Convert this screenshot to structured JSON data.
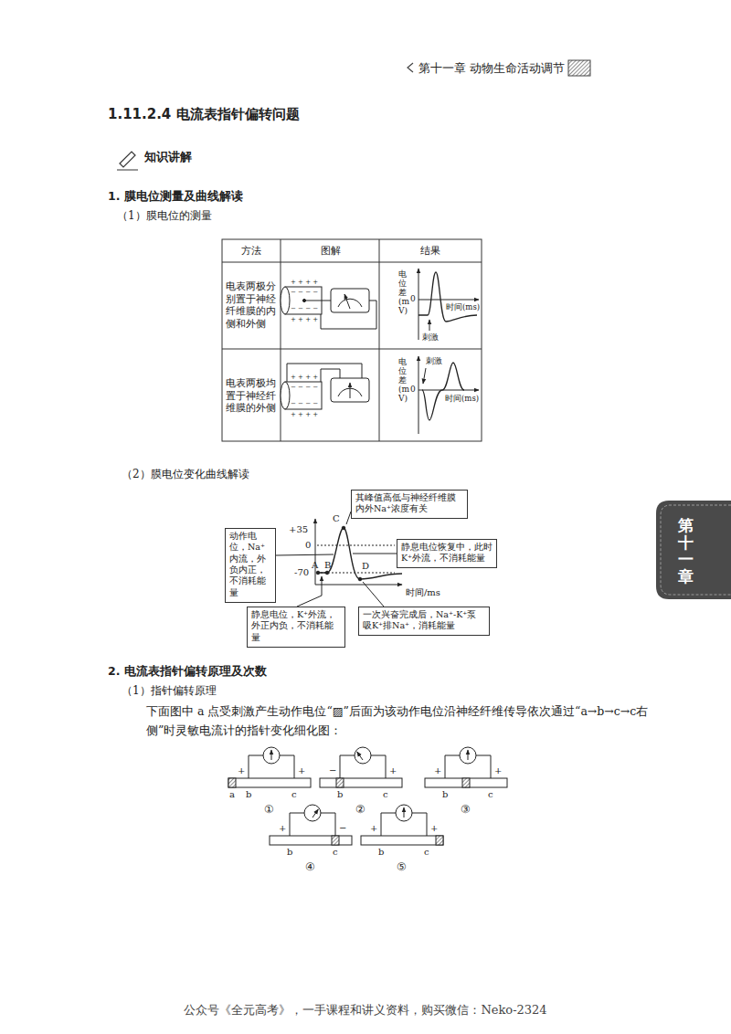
{
  "diagram": {
    "title": "1.11.2.4 电流表指针偏转问题",
    "nodes": [
      {
        "text": [
          "其峰值高低与神经纤维膜内外Na⁺浓度有关"
        ]
      },
      {
        "text": [
          "动作电位，Na⁺内流，外负内正，不消耗能量"
        ]
      },
      {
        "text": [
          "静息电位恢复中，此时K⁺外流，不消耗能量"
        ]
      },
      {
        "text": [
          "静息电位，K⁺外流，外正内负，不消耗能量"
        ]
      },
      {
        "text": [
          "一次兴奋完成后，Na⁺-K⁺泵吸K⁺排Na⁺，消耗能量"
        ]
      }
    ],
    "labels": [
      "第十一章 动物生命活动调节",
      "知识讲解",
      "1. 膜电位测量及曲线解读",
      "（1）膜电位的测量",
      "方法",
      "图解",
      "结果",
      "电表两极分别置于神经纤维膜的内侧和外侧",
      "+ + + +",
      "− − − −",
      "− − − −",
      "+ + + +",
      "电位差(mV)",
      "0",
      "时间(ms)",
      "刺激",
      "电表两极均置于神经纤维膜的外侧",
      "+ + + +",
      "− − − −",
      "− − − −",
      "+ + + +",
      "电位差(mV)",
      "刺激",
      "0",
      "时间(ms)",
      "（2）膜电位变化曲线解读",
      "+35",
      "0",
      "-70",
      "A",
      "B",
      "C",
      "D",
      "时间/ms",
      "2. 电流表指针偏转原理及次数",
      "（1）指针偏转原理",
      "下面图中 a 点受刺激产生动作电位“▨”后面为该动作电位沿神经纤维传导依次通过“a→b→c→c右侧”时灵敏电流计的指针变化细化图：",
      "+",
      "+",
      "a",
      "b",
      "c",
      "①",
      "−",
      "+",
      "b",
      "c",
      "②",
      "+",
      "+",
      "b",
      "c",
      "③",
      "+",
      "−",
      "b",
      "c",
      "④",
      "+",
      "+",
      "b",
      "c",
      "⑤",
      "公众号《全元高考》，一手课程和讲义资料，购买微信：Neko-2324",
      "第十一章"
    ]
  }
}
